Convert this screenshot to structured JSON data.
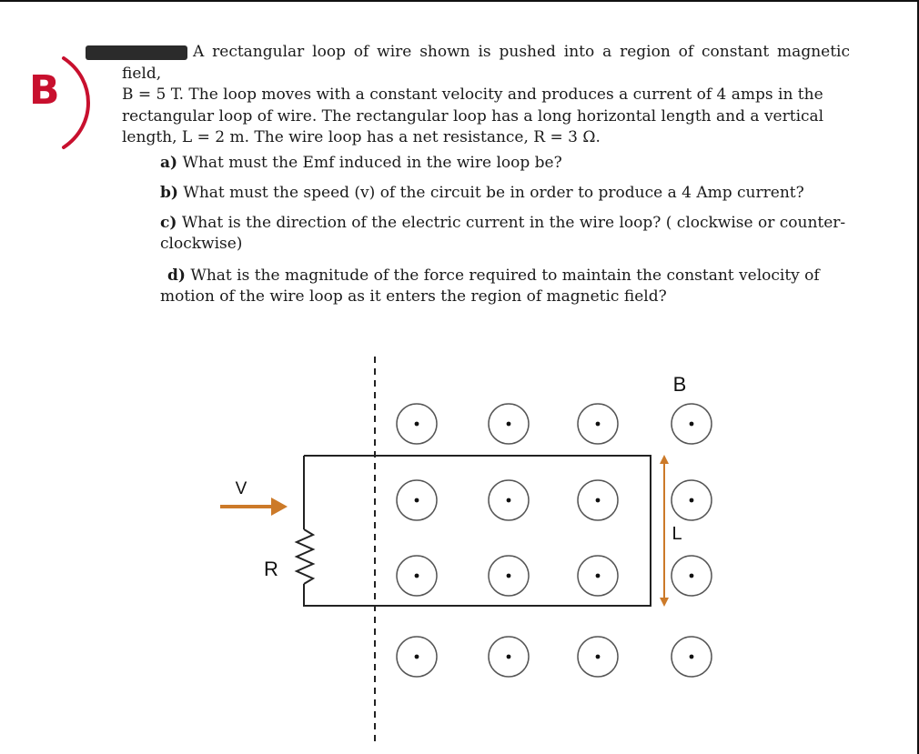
{
  "marker": "B",
  "problem": {
    "intro_line1": "A rectangular loop of wire shown is pushed into a region of constant magnetic field,",
    "intro_line2": "B = 5 T. The loop moves with a constant velocity and produces a current of 4 amps in the",
    "intro_line3": "rectangular loop of wire. The rectangular loop has a long horizontal length and a vertical",
    "intro_line4": "length, L = 2 m. The wire loop has a net resistance, R = 3 Ω."
  },
  "questions": {
    "a": {
      "tag": "a)",
      "text": "What must the Emf induced in the wire loop be?"
    },
    "b": {
      "tag": "b)",
      "text": "What must the speed (v) of the circuit be in order to produce a 4 Amp current?"
    },
    "c": {
      "tag": "c)",
      "text_line1": "What is the direction of the electric current in the wire loop? ( clockwise or counter-",
      "text_line2": "clockwise)"
    },
    "d": {
      "tag": "d)",
      "text_line1": "What is the magnitude of the force required to maintain the constant velocity of",
      "text_line2": "motion of the wire loop as it enters the region of magnetic field?"
    }
  },
  "diagram": {
    "label_B": "B",
    "label_V": "V",
    "label_R": "R",
    "label_L": "L",
    "arrow_color": "#cc7a29",
    "field_symbol": "out-of-page-dot-icon"
  }
}
